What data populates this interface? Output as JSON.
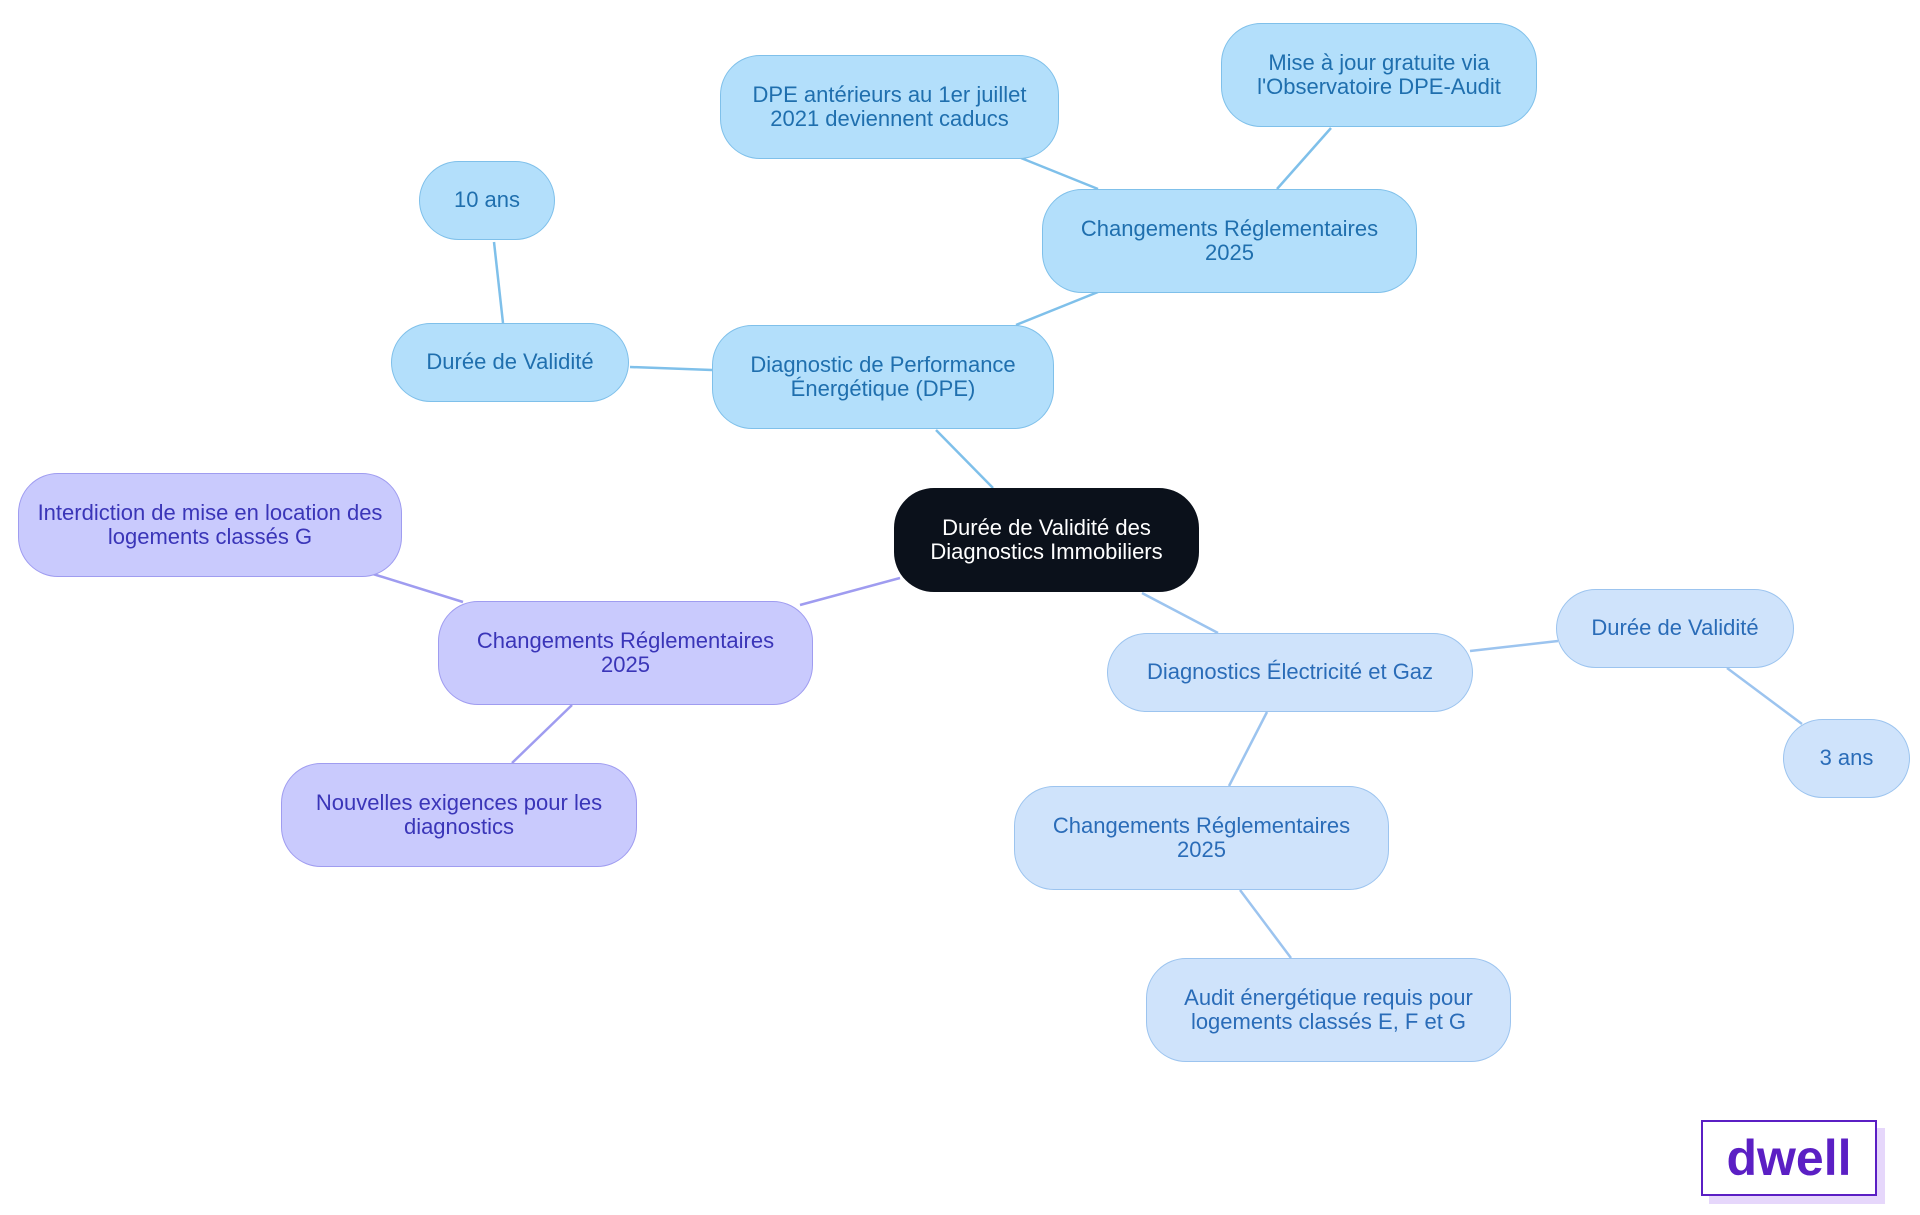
{
  "colors": {
    "root_bg": "#0b111b",
    "branch_dpe": "#b3dffb",
    "branch_dpe_edge": "#7fc0ea",
    "branch_regl": "#c9cafd",
    "branch_regl_edge": "#9f9cf0",
    "branch_elec": "#cfe3fb",
    "branch_elec_edge": "#9cc4ef",
    "logo": "#5b1fc4"
  },
  "mindmap": {
    "root": {
      "label": "Durée de Validité des Diagnostics Immobiliers"
    },
    "dpe": {
      "label": "Diagnostic de Performance Énergétique (DPE)",
      "validity": "Durée de Validité",
      "validity_value": "10 ans",
      "changes": "Changements Réglementaires 2025",
      "change_1": "DPE antérieurs au 1er juillet 2021 deviennent caducs",
      "change_2": "Mise à jour gratuite via l'Observatoire DPE-Audit"
    },
    "regulation": {
      "label": "Changements Réglementaires 2025",
      "item_1": "Interdiction de mise en location des logements classés G",
      "item_2": "Nouvelles exigences pour les diagnostics"
    },
    "electricity": {
      "label": "Diagnostics Électricité et Gaz",
      "validity": "Durée de Validité",
      "validity_value": "3 ans",
      "changes": "Changements Réglementaires 2025",
      "change_1": "Audit énergétique requis pour logements classés E, F et G"
    }
  },
  "logo": {
    "text": "dwell"
  }
}
